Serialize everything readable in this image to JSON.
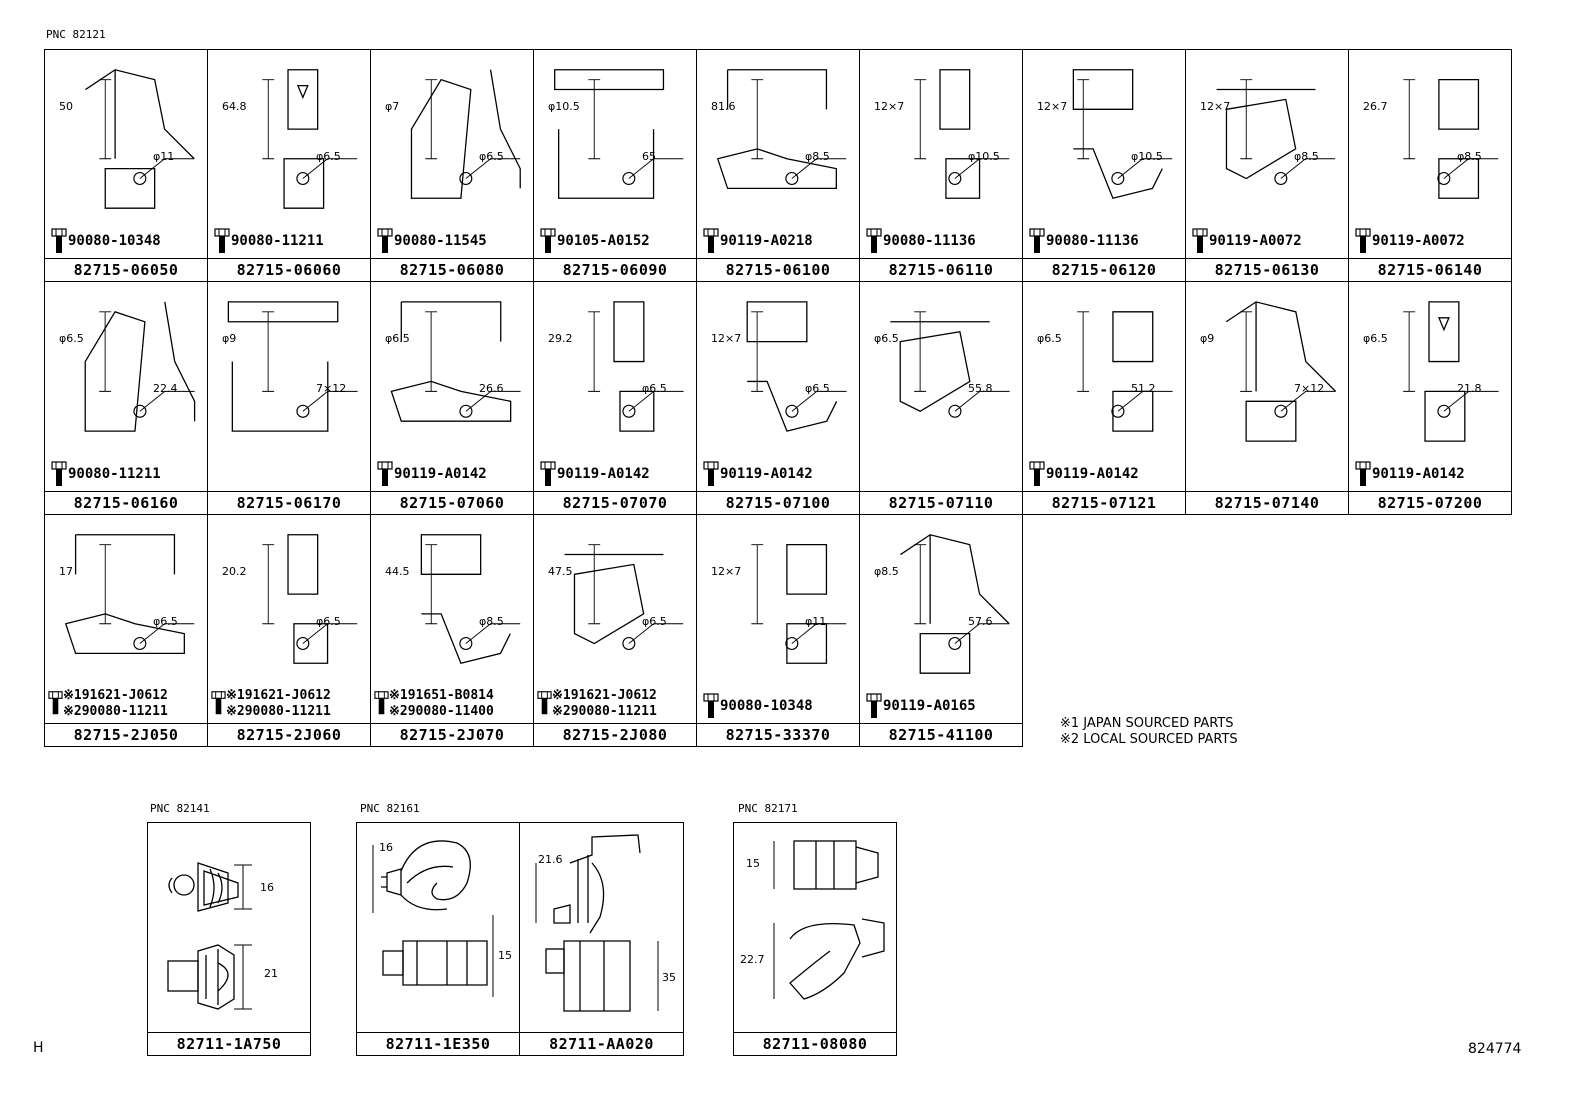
{
  "pnc_main": "PNC 82121",
  "pnc_82141": "PNC 82141",
  "pnc_82161": "PNC 82161",
  "pnc_82171": "PNC 82171",
  "row1": [
    {
      "part": "82715-06050",
      "bolt": "90080-10348",
      "dims": [
        "50",
        "φ11"
      ]
    },
    {
      "part": "82715-06060",
      "bolt": "90080-11211",
      "dims": [
        "64.8",
        "φ6.5"
      ]
    },
    {
      "part": "82715-06080",
      "bolt": "90080-11545",
      "dims": [
        "φ7",
        "φ6.5"
      ]
    },
    {
      "part": "82715-06090",
      "bolt": "90105-A0152",
      "dims": [
        "φ10.5",
        "65"
      ]
    },
    {
      "part": "82715-06100",
      "bolt": "90119-A0218",
      "dims": [
        "81.6",
        "φ8.5"
      ]
    },
    {
      "part": "82715-06110",
      "bolt": "90080-11136",
      "dims": [
        "12×7",
        "φ10.5"
      ]
    },
    {
      "part": "82715-06120",
      "bolt": "90080-11136",
      "dims": [
        "12×7",
        "φ10.5"
      ]
    },
    {
      "part": "82715-06130",
      "bolt": "90119-A0072",
      "dims": [
        "12×7",
        "φ8.5"
      ]
    },
    {
      "part": "82715-06140",
      "bolt": "90119-A0072",
      "dims": [
        "26.7",
        "φ8.5"
      ]
    }
  ],
  "row2": [
    {
      "part": "82715-06160",
      "bolt": "90080-11211",
      "dims": [
        "φ6.5",
        "22.4"
      ]
    },
    {
      "part": "82715-06170",
      "bolt": "",
      "dims": [
        "φ9",
        "7×12"
      ]
    },
    {
      "part": "82715-07060",
      "bolt": "90119-A0142",
      "dims": [
        "φ6.5",
        "26.6"
      ]
    },
    {
      "part": "82715-07070",
      "bolt": "90119-A0142",
      "dims": [
        "29.2",
        "φ6.5"
      ]
    },
    {
      "part": "82715-07100",
      "bolt": "90119-A0142",
      "dims": [
        "12×7",
        "φ6.5"
      ]
    },
    {
      "part": "82715-07110",
      "bolt": "",
      "dims": [
        "φ6.5",
        "55.8"
      ]
    },
    {
      "part": "82715-07121",
      "bolt": "90119-A0142",
      "dims": [
        "φ6.5",
        "51.2"
      ]
    },
    {
      "part": "82715-07140",
      "bolt": "",
      "dims": [
        "φ9",
        "7×12"
      ]
    },
    {
      "part": "82715-07200",
      "bolt": "90119-A0142",
      "dims": [
        "φ6.5",
        "21.8"
      ]
    }
  ],
  "row3": [
    {
      "part": "82715-2J050",
      "b1": "※191621-J0612",
      "b2": "※290080-11211",
      "dims": [
        "17",
        "φ6.5"
      ]
    },
    {
      "part": "82715-2J060",
      "b1": "※191621-J0612",
      "b2": "※290080-11211",
      "dims": [
        "20.2",
        "φ6.5"
      ]
    },
    {
      "part": "82715-2J070",
      "b1": "※191651-B0814",
      "b2": "※290080-11400",
      "dims": [
        "44.5",
        "φ8.5"
      ]
    },
    {
      "part": "82715-2J080",
      "b1": "※191621-J0612",
      "b2": "※290080-11211",
      "dims": [
        "47.5",
        "φ6.5"
      ]
    },
    {
      "part": "82715-33370",
      "bolt": "90080-10348",
      "dims": [
        "12×7",
        "φ11"
      ]
    },
    {
      "part": "82715-41100",
      "bolt": "90119-A0165",
      "dims": [
        "φ8.5",
        "57.6"
      ]
    }
  ],
  "notes": [
    "※1 JAPAN SOURCED PARTS",
    "※2 LOCAL SOURCED PARTS"
  ],
  "bottom": [
    {
      "part": "82711-1A750",
      "dims": [
        "16",
        "21"
      ]
    },
    {
      "part": "82711-1E350",
      "dims": [
        "16",
        "15"
      ]
    },
    {
      "part": "82711-AA020",
      "dims": [
        "21.6",
        "35"
      ]
    },
    {
      "part": "82711-08080",
      "dims": [
        "15",
        "22.7"
      ]
    }
  ],
  "corner_left": "H",
  "figure_no": "824774"
}
